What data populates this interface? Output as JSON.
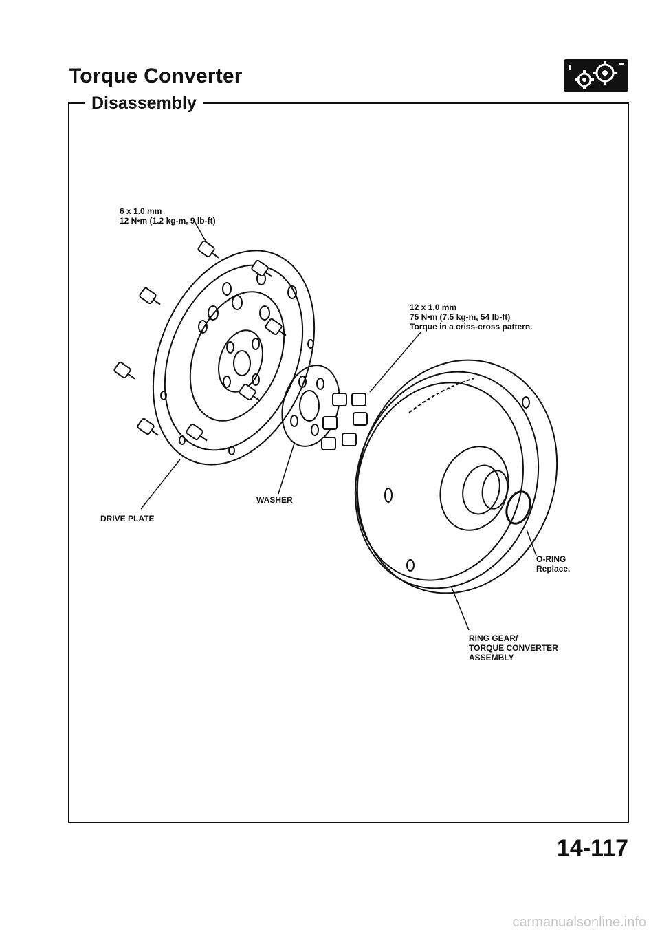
{
  "page": {
    "title": "Torque Converter",
    "section": "Disassembly",
    "page_number": "14-117",
    "footer": "carmanualsonline.info"
  },
  "icons": {
    "section_badge": "gears-icon"
  },
  "callouts": {
    "drive_plate_bolt": {
      "size": "6 x 1.0 mm",
      "torque": "12 N•m (1.2 kg-m, 9 lb-ft)"
    },
    "converter_bolt": {
      "size": "12 x 1.0 mm",
      "torque": "75 N•m (7.5 kg-m, 54 lb-ft)",
      "note": "Torque in a criss-cross pattern."
    },
    "drive_plate": "DRIVE PLATE",
    "washer": "WASHER",
    "o_ring": {
      "name": "O-RING",
      "note": "Replace."
    },
    "ring_gear": {
      "line1": "RING GEAR/",
      "line2": "TORQUE CONVERTER",
      "line3": "ASSEMBLY"
    }
  }
}
